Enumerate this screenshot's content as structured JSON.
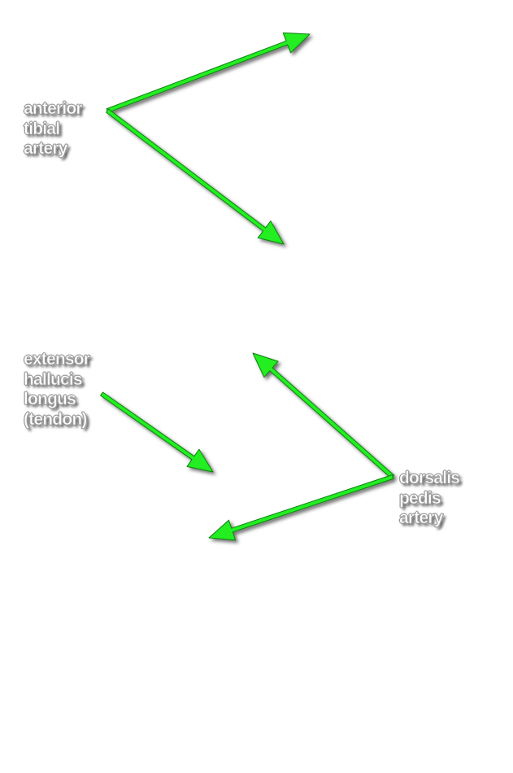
{
  "labels": {
    "anterior_tibial_artery": [
      "anterior",
      "tibial",
      "artery"
    ],
    "extensor_hallucis_longus": [
      "extensor",
      "hallucis",
      "longus",
      "(tendon)"
    ],
    "dorsalis_pedis_artery": [
      "dorsalis",
      "pedis",
      "artery"
    ]
  },
  "colors": {
    "arrow": "#22ee22",
    "arrow_outline": "#0f7f0f",
    "label_text": "#ffffff",
    "label_outline": "#9b9b9b",
    "background": "#ffffff"
  }
}
